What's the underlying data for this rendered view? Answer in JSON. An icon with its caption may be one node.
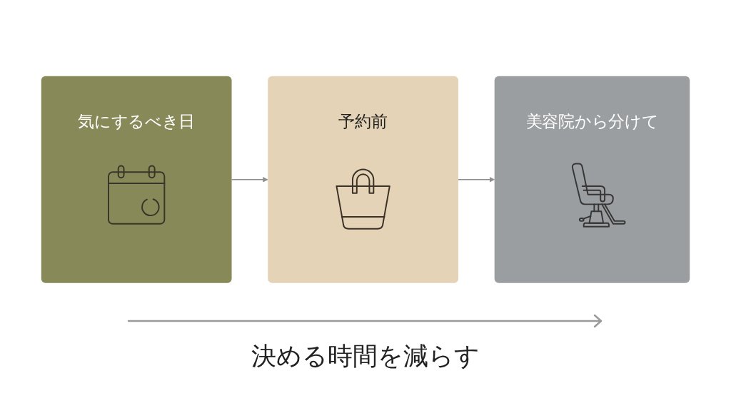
{
  "diagram": {
    "caption": "決める時間を減らす",
    "nodes": [
      {
        "text": [
          "気にするべき日"
        ]
      },
      {
        "text": [
          "予約前"
        ]
      },
      {
        "text": [
          "美容院から分けて"
        ]
      }
    ],
    "edges": [
      {
        "from": 0,
        "to": 1,
        "arrow": "to"
      },
      {
        "from": 1,
        "to": 2,
        "arrow": "to"
      }
    ]
  }
}
